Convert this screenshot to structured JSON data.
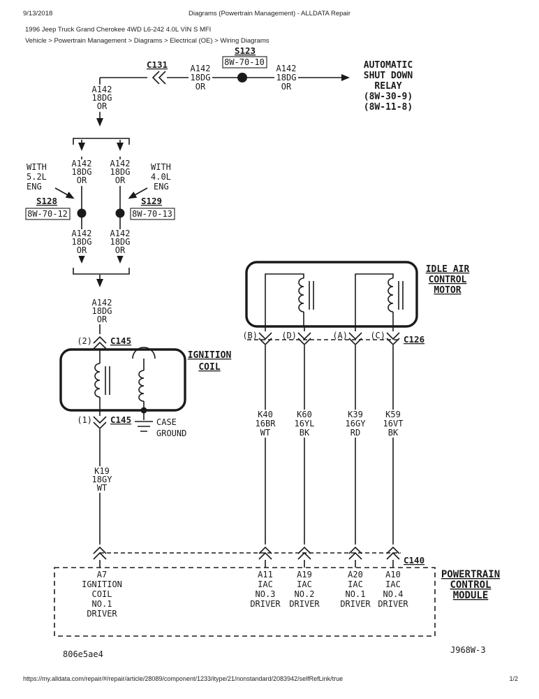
{
  "header": {
    "date": "9/13/2018",
    "title": "Diagrams (Powertrain Management) - ALLDATA Repair",
    "vehicle": "1996 Jeep Truck Grand Cherokee 4WD L6-242 4.0L VIN S MFI",
    "breadcrumb": "Vehicle > Powertrain Management > Diagrams > Electrical (OE) > Wiring Diagrams"
  },
  "footer": {
    "url": "https://my.alldata.com/repair/#/repair/article/28089/component/1233/itype/21/nonstandard/2083942/selfRefLink/true",
    "page": "1/2"
  },
  "diagram": {
    "ids": {
      "doc": "806e5ae4",
      "sheet": "J968W-3"
    },
    "components": {
      "relay": [
        "AUTOMATIC",
        "SHUT DOWN",
        "RELAY",
        "(8W-30-9)",
        "(8W-11-8)"
      ],
      "ignition_coil": [
        "IGNITION",
        "COIL"
      ],
      "iac_motor": [
        "IDLE AIR",
        "CONTROL",
        "MOTOR"
      ],
      "pcm": [
        "POWERTRAIN",
        "CONTROL",
        "MODULE"
      ]
    },
    "connectors": {
      "c131": "C131",
      "s123": "S123",
      "s123_ref": "8W-70-10",
      "s128": "S128",
      "s128_ref": "8W-70-12",
      "s129": "S129",
      "s129_ref": "8W-70-13",
      "c145": "C145",
      "pin2": "(2)",
      "pin1": "(1)",
      "c126": "C126",
      "c140": "C140",
      "iac_pins": [
        "(B)",
        "(D)",
        "(A)",
        "(C)"
      ]
    },
    "notes": {
      "with_52": [
        "WITH",
        "5.2L",
        "ENG"
      ],
      "with_40": [
        "WITH",
        "4.0L",
        "ENG"
      ],
      "ground": [
        "CASE",
        "GROUND"
      ]
    },
    "wires": {
      "a142": [
        "A142",
        "18DG",
        "OR"
      ],
      "k19": [
        "K19",
        "18GY",
        "WT"
      ],
      "k40": [
        "K40",
        "16BR",
        "WT"
      ],
      "k60": [
        "K60",
        "16YL",
        "BK"
      ],
      "k39": [
        "K39",
        "16GY",
        "RD"
      ],
      "k59": [
        "K59",
        "16VT",
        "BK"
      ]
    },
    "pcm_pins": {
      "a7": [
        "A7",
        "IGNITION",
        "COIL",
        "NO.1",
        "DRIVER"
      ],
      "a11": [
        "A11",
        "IAC",
        "NO.3",
        "DRIVER"
      ],
      "a19": [
        "A19",
        "IAC",
        "NO.2",
        "DRIVER"
      ],
      "a20": [
        "A20",
        "IAC",
        "NO.1",
        "DRIVER"
      ],
      "a10": [
        "A10",
        "IAC",
        "NO.4",
        "DRIVER"
      ]
    }
  }
}
